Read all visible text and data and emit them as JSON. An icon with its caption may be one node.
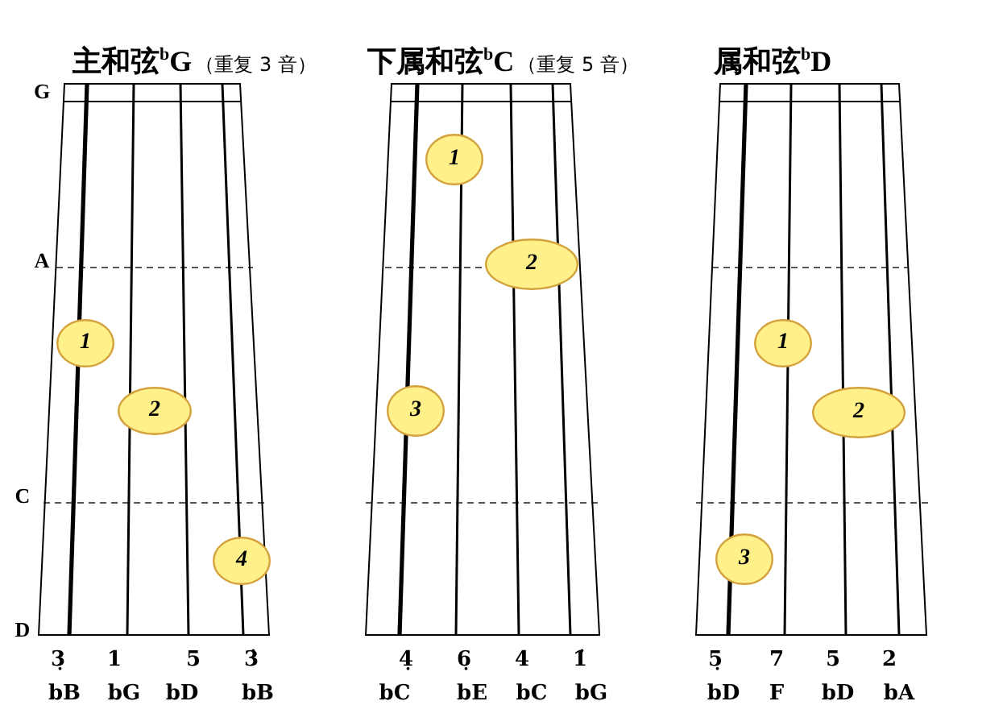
{
  "diagram": {
    "nodes": [
      {
        "text": [
          "主和弦$^{b}$G",
          "（重复 3 音）"
        ],
        "beside": [
          "3̣",
          "1",
          "5",
          "3̇",
          "bB",
          "bG",
          "bD",
          "bB"
        ]
      },
      {
        "text": [
          "1"
        ],
        "in": 0
      },
      {
        "text": [
          "2"
        ],
        "in": 0
      },
      {
        "text": [
          "4"
        ],
        "in": 0
      },
      {
        "text": [
          "下属和弦$^{b}$C",
          "（重复 5 音）"
        ],
        "beside": [
          "4̣",
          "6̣",
          "4",
          "1̇",
          "bC",
          "bE",
          "bC",
          "bG"
        ]
      },
      {
        "text": [
          "1"
        ],
        "in": 4
      },
      {
        "text": [
          "2"
        ],
        "in": 4
      },
      {
        "text": [
          "3"
        ],
        "in": 4
      },
      {
        "text": [
          "属和弦$^{b}$D"
        ],
        "beside": [
          "5̣",
          "7",
          "5",
          "2",
          "bD",
          "F",
          "bD",
          "bA"
        ]
      },
      {
        "text": [
          "1"
        ],
        "in": 8
      },
      {
        "text": [
          "2"
        ],
        "in": 8
      },
      {
        "text": [
          "3"
        ],
        "in": 8
      }
    ],
    "labels": [
      "G",
      "A",
      "C",
      "D"
    ]
  }
}
